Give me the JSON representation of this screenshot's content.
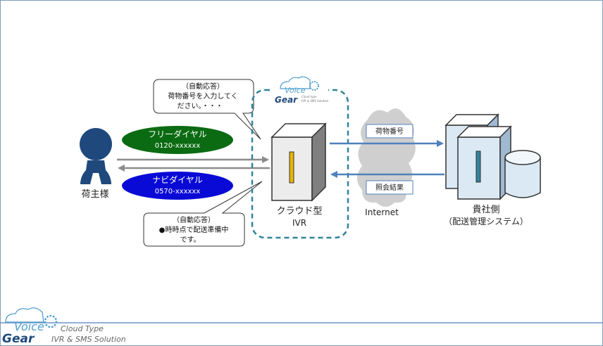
{
  "shipper": {
    "label": "荷主様"
  },
  "free_dial": {
    "name": "フリーダイヤル",
    "number": "0120-xxxxxx"
  },
  "navi_dial": {
    "name": "ナビダイヤル",
    "number": "0570-xxxxxx"
  },
  "bubble_top": {
    "line1": "（自動応答）",
    "line2": "荷物番号を入力してく",
    "line3": "ださい。・・・"
  },
  "bubble_bottom": {
    "line1": "（自動応答）",
    "line2": "●時時点で配送準備中",
    "line3": "です。"
  },
  "ivr": {
    "line1": "クラウド型",
    "line2": "IVR"
  },
  "internet": {
    "label": "Internet"
  },
  "request_label": "荷物番号",
  "response_label": "照会結果",
  "company": {
    "line1": "貴社側",
    "line2": "（配送管理システム）"
  },
  "logo_small": {
    "voice": "Voice",
    "gear": "Gear",
    "tagline1": "Cloud type",
    "tagline2": "IVR & SMS Solution"
  },
  "footer_logo": {
    "voice": "Voice",
    "gear": "Gear",
    "line1": "Cloud Type",
    "line2": "IVR & SMS Solution"
  },
  "colors": {
    "frame": "#7f9cbe",
    "arrow_blue": "#4f81bd",
    "arrow_gray": "#8c8c8c",
    "free_dial": "#0b6b12",
    "navi_dial": "#0a0ad6",
    "person": "#1f497d",
    "dashed": "#31849b",
    "cloud": "#c8c8c8"
  }
}
